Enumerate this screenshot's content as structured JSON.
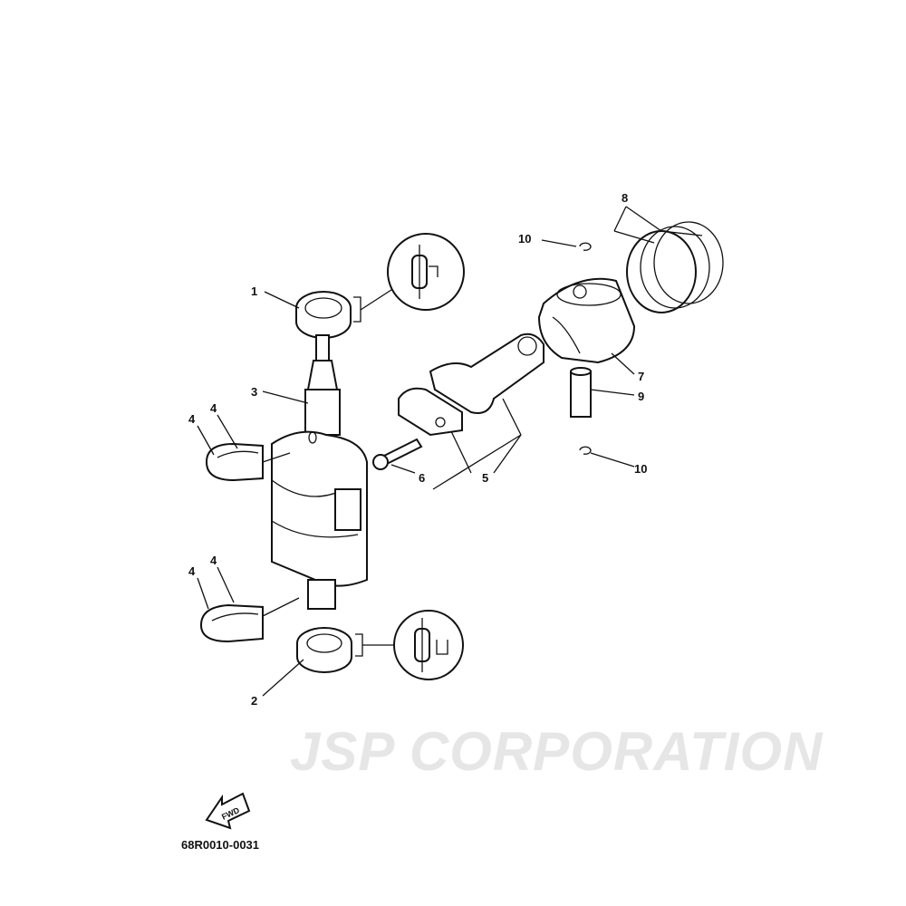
{
  "watermark": "JSP CORPORATION",
  "callouts": {
    "c1": "1",
    "c2": "2",
    "c3": "3",
    "c4a": "4",
    "c4b": "4",
    "c4c": "4",
    "c4d": "4",
    "c5": "5",
    "c6": "6",
    "c7": "7",
    "c8": "8",
    "c9": "9",
    "c10a": "10",
    "c10b": "10"
  },
  "fwd_label": "FWD",
  "diagram_code": "68R0010-0031"
}
